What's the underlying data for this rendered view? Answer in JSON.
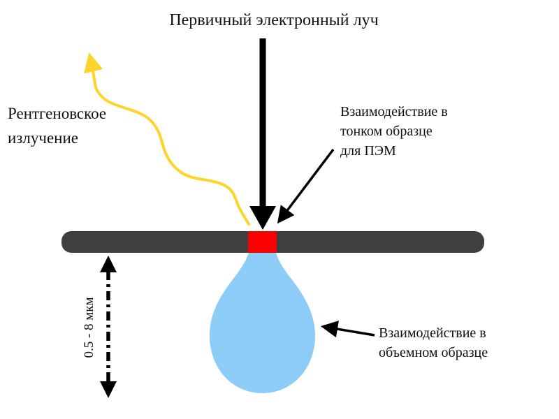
{
  "title": "Первичный электронный луч",
  "labels": {
    "xray": {
      "lines": [
        "Рентгеновское",
        "излучение"
      ]
    },
    "tem": {
      "lines": [
        "Взаимодействие в",
        "тонком образце",
        "для ПЭМ"
      ]
    },
    "bulk": {
      "lines": [
        "Взаимодействие в",
        "объемном образце"
      ]
    },
    "depth": "0.5 - 8 мкм"
  },
  "colors": {
    "background": "#FFFFFF",
    "beam": "#000000",
    "xray_ray": "#FFD42A",
    "sample_bar": "#3F3F3F",
    "beam_spot": "#FA0000",
    "interaction_volume": "#8DCCF6",
    "pointer_arrow": "#000000",
    "measure_arrow": "#000000",
    "text": "#111111"
  }
}
